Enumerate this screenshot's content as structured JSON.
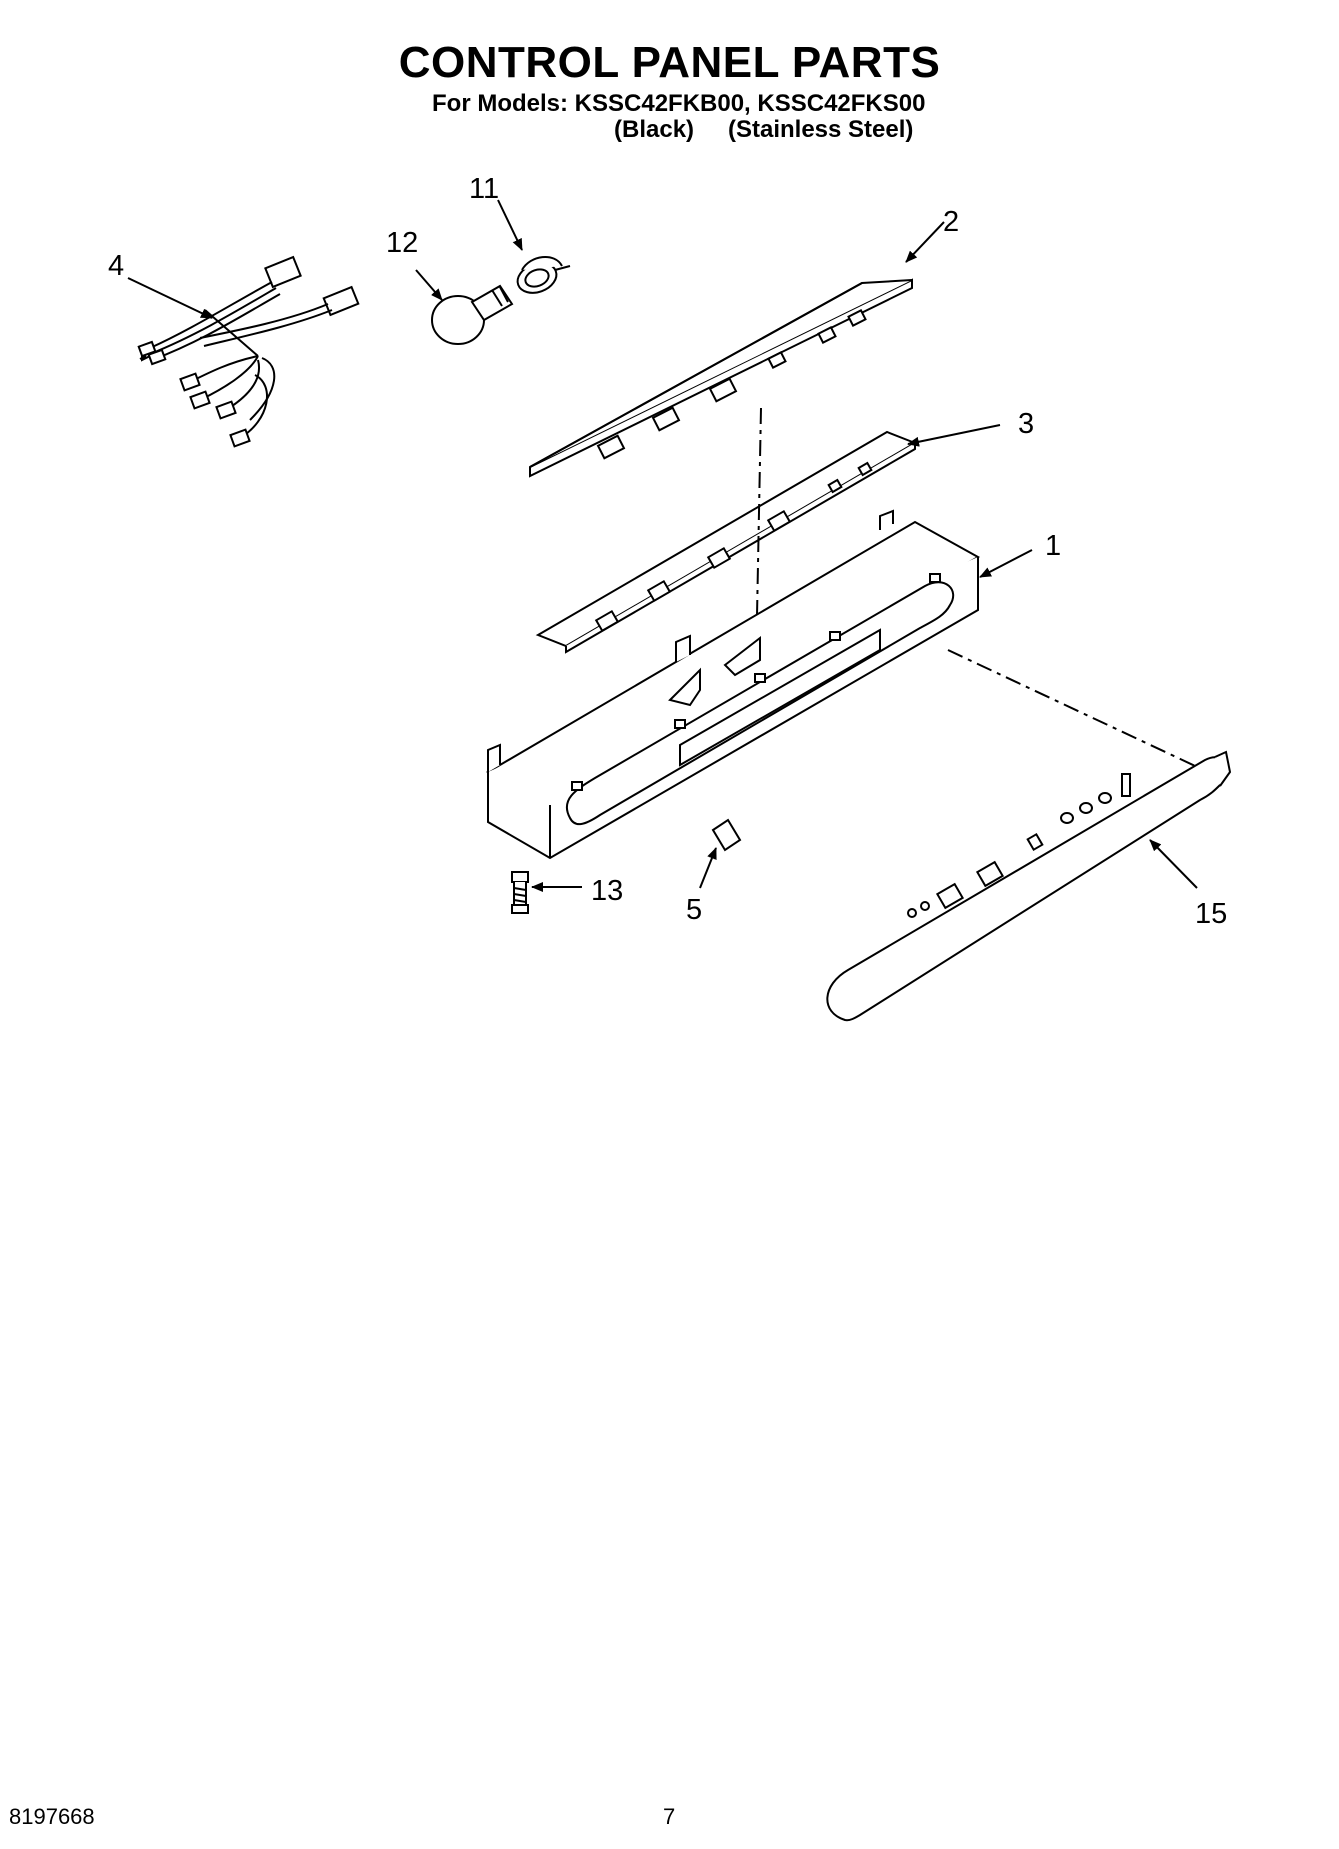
{
  "header": {
    "title": "CONTROL PANEL PARTS",
    "models_line": "For Models: KSSC42FKB00, KSSC42FKS00",
    "variant_black": "(Black)",
    "variant_stainless": "(Stainless Steel)"
  },
  "callouts": {
    "c1": "1",
    "c2": "2",
    "c3": "3",
    "c4": "4",
    "c5": "5",
    "c11": "11",
    "c12": "12",
    "c13": "13",
    "c15": "15"
  },
  "footer": {
    "doc_number": "8197668",
    "page_number": "7"
  }
}
